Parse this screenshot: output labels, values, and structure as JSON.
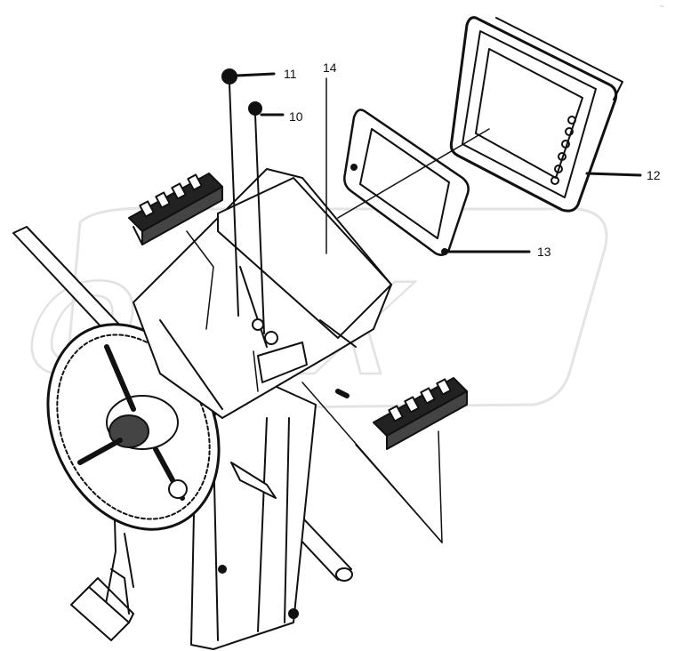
{
  "diagram": {
    "watermark": "OPEX",
    "callouts": [
      {
        "id": "10",
        "label": "10"
      },
      {
        "id": "11",
        "label": "11"
      },
      {
        "id": "12",
        "label": "12"
      },
      {
        "id": "13",
        "label": "13"
      },
      {
        "id": "14",
        "label": "14"
      }
    ]
  },
  "colors": {
    "line": "#111111",
    "fill_dark": "#2a2a2a",
    "fill_light": "#ffffff",
    "watermark": "#e6e6e6"
  }
}
